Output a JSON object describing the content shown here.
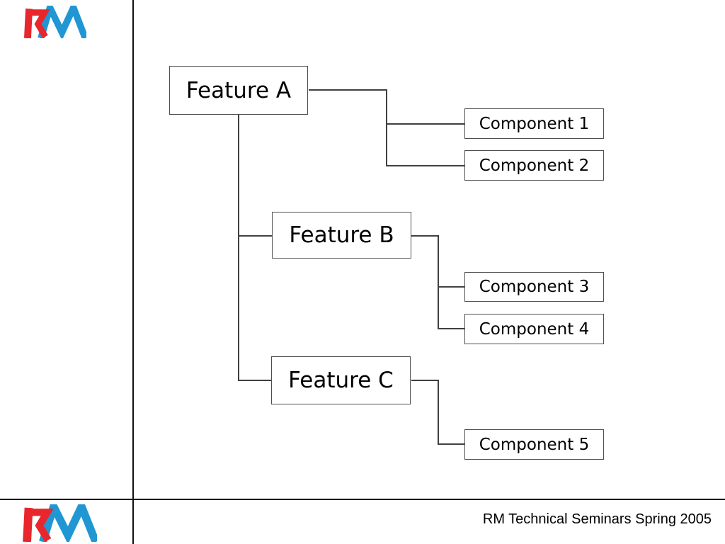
{
  "colors": {
    "background": "#ffffff",
    "page_line": "#111111",
    "box_border": "#4f4f4f",
    "connector": "#404040",
    "text": "#000000",
    "logo_red": "#e8262d",
    "logo_blue": "#2097d3"
  },
  "diagram": {
    "feature_a": {
      "label": "Feature A"
    },
    "feature_b": {
      "label": "Feature B"
    },
    "feature_c": {
      "label": "Feature C"
    },
    "component_1": {
      "label": "Component 1"
    },
    "component_2": {
      "label": "Component 2"
    },
    "component_3": {
      "label": "Component 3"
    },
    "component_4": {
      "label": "Component 4"
    },
    "component_5": {
      "label": "Component 5"
    },
    "hierarchy": {
      "feature_a": [
        "component_1",
        "component_2",
        "feature_b",
        "feature_c"
      ],
      "feature_b": [
        "component_3",
        "component_4"
      ],
      "feature_c": [
        "component_5"
      ]
    }
  },
  "footer": {
    "caption": "RM Technical Seminars Spring 2005"
  }
}
